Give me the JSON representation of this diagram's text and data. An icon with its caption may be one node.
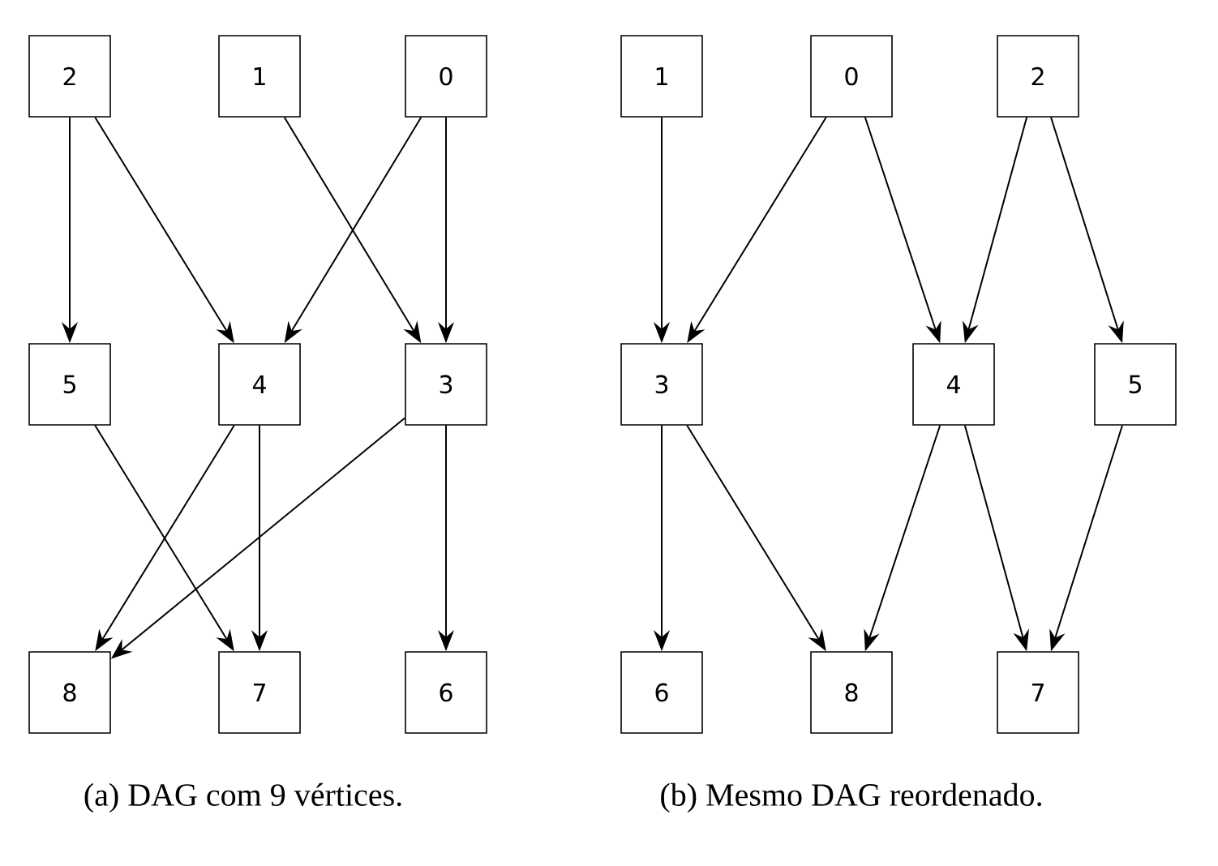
{
  "diagram": {
    "nodes": [
      {
        "text": [
          "2"
        ]
      },
      {
        "text": [
          "1"
        ]
      },
      {
        "text": [
          "0"
        ]
      },
      {
        "text": [
          "5"
        ]
      },
      {
        "text": [
          "4"
        ]
      },
      {
        "text": [
          "3"
        ]
      },
      {
        "text": [
          "8"
        ]
      },
      {
        "text": [
          "7"
        ]
      },
      {
        "text": [
          "6"
        ]
      },
      {
        "text": [
          "1"
        ]
      },
      {
        "text": [
          "0"
        ]
      },
      {
        "text": [
          "2"
        ]
      },
      {
        "text": [
          "3"
        ]
      },
      {
        "text": [
          "4"
        ]
      },
      {
        "text": [
          "5"
        ]
      },
      {
        "text": [
          "6"
        ]
      },
      {
        "text": [
          "8"
        ]
      },
      {
        "text": [
          "7"
        ]
      }
    ],
    "edges": [
      {
        "from": 0,
        "to": 3,
        "arrow": "to"
      },
      {
        "from": 0,
        "to": 4,
        "arrow": "to"
      },
      {
        "from": 1,
        "to": 5,
        "arrow": "to"
      },
      {
        "from": 2,
        "to": 4,
        "arrow": "to"
      },
      {
        "from": 2,
        "to": 5,
        "arrow": "to"
      },
      {
        "from": 3,
        "to": 7,
        "arrow": "to"
      },
      {
        "from": 4,
        "to": 6,
        "arrow": "to"
      },
      {
        "from": 4,
        "to": 7,
        "arrow": "to"
      },
      {
        "from": 5,
        "to": 6,
        "arrow": "to"
      },
      {
        "from": 5,
        "to": 8,
        "arrow": "to"
      },
      {
        "from": 9,
        "to": 12,
        "arrow": "to"
      },
      {
        "from": 10,
        "to": 12,
        "arrow": "to"
      },
      {
        "from": 10,
        "to": 13,
        "arrow": "to"
      },
      {
        "from": 11,
        "to": 13,
        "arrow": "to"
      },
      {
        "from": 11,
        "to": 14,
        "arrow": "to"
      },
      {
        "from": 12,
        "to": 15,
        "arrow": "to"
      },
      {
        "from": 12,
        "to": 16,
        "arrow": "to"
      },
      {
        "from": 13,
        "to": 16,
        "arrow": "to"
      },
      {
        "from": 13,
        "to": 17,
        "arrow": "to"
      },
      {
        "from": 14,
        "to": 17,
        "arrow": "to"
      }
    ],
    "labels": [
      "(a) DAG com 9 vértices.",
      "(b) Mesmo DAG reordenado."
    ]
  }
}
